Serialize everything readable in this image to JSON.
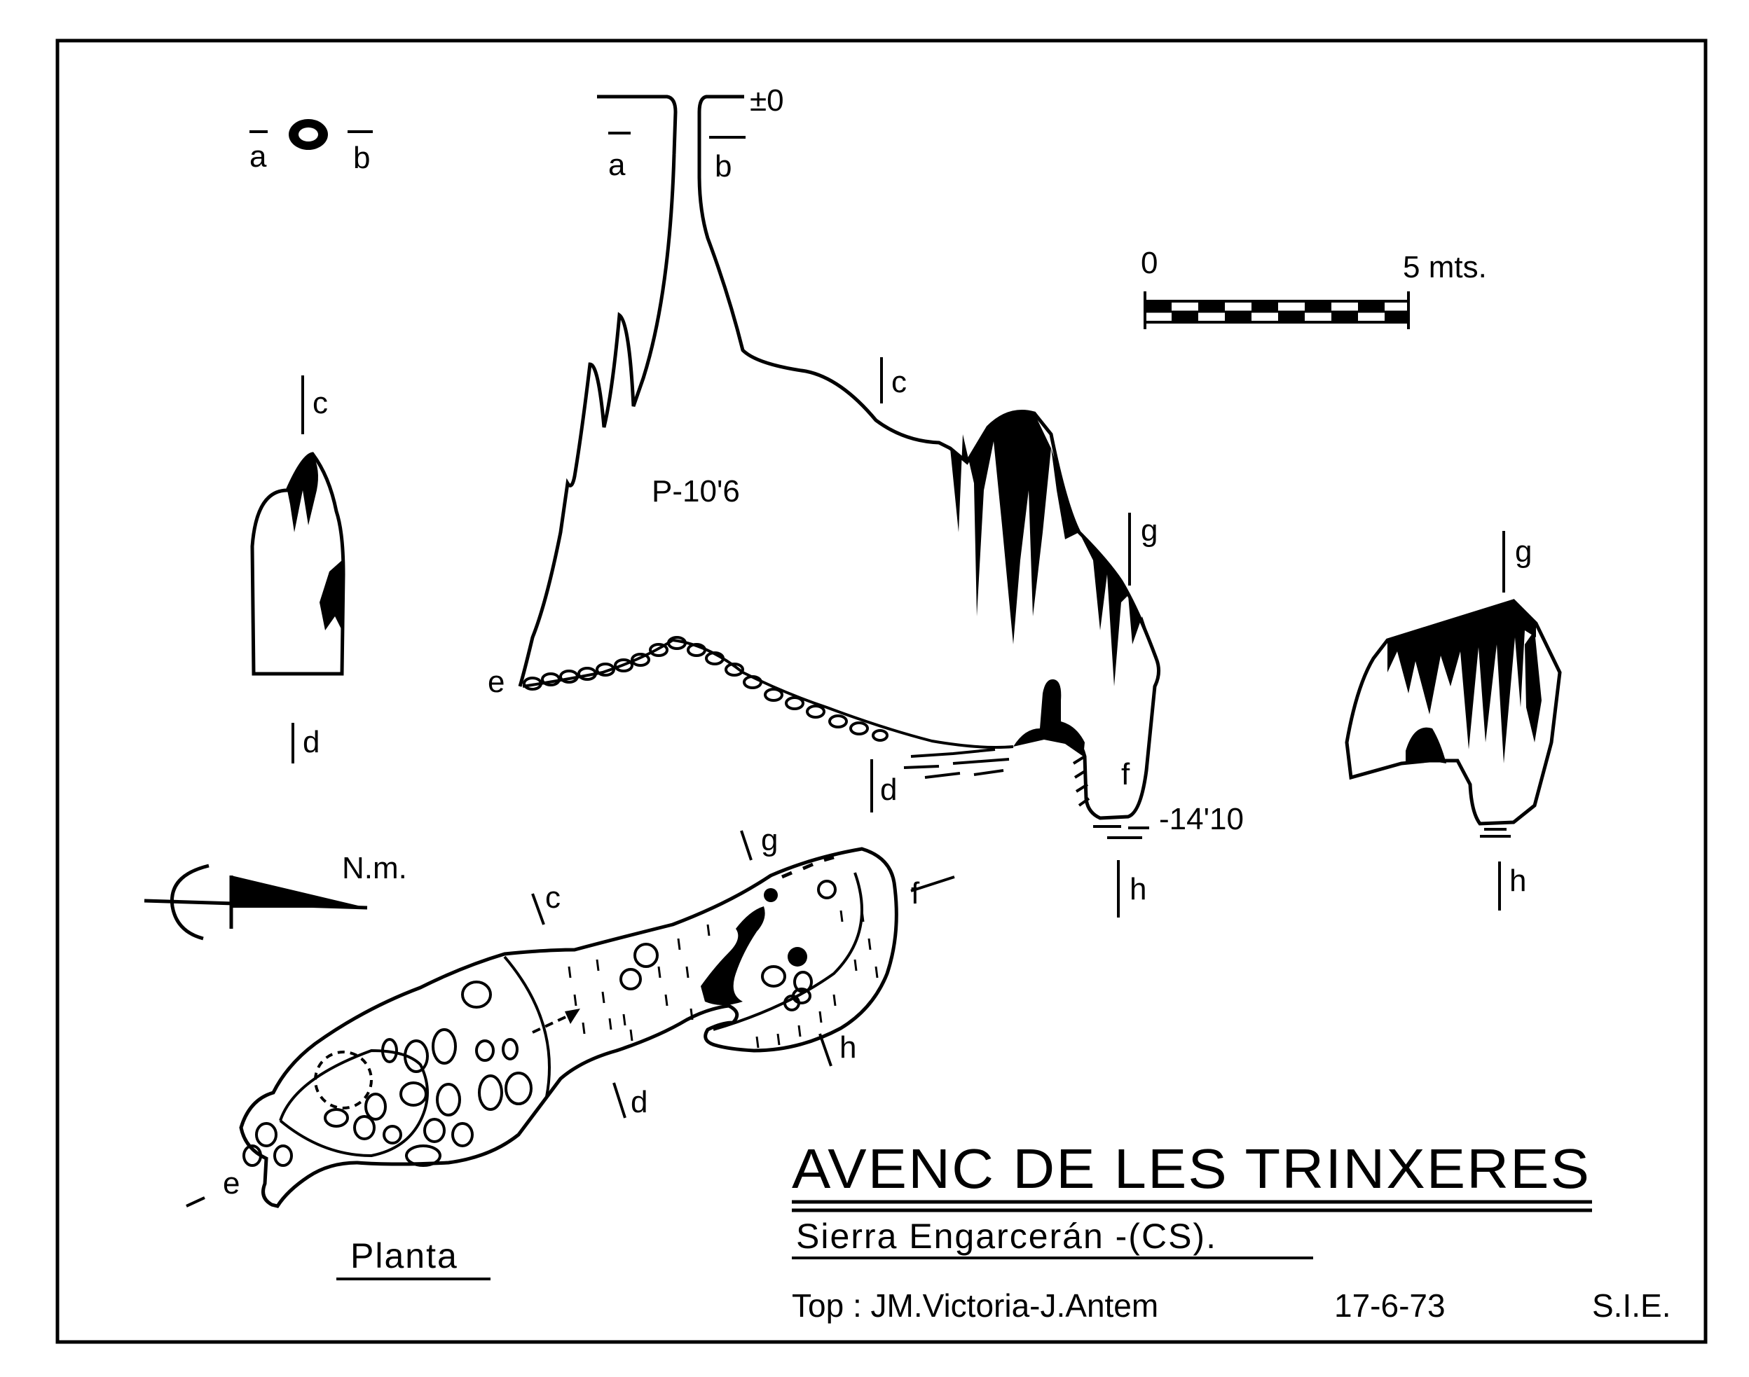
{
  "labels": {
    "a": "a",
    "b": "b",
    "c": "c",
    "d": "d",
    "e": "e",
    "f": "f",
    "g": "g",
    "h": "h"
  },
  "elevation": {
    "surface_mark": "±0",
    "shaft_depth": "P-10'6",
    "bottom_depth": "-14'10"
  },
  "scale_bar": {
    "start": "0",
    "end": "5 mts.",
    "segments": 10
  },
  "north_arrow": {
    "label": "N.m."
  },
  "plan": {
    "label": "Planta"
  },
  "title_block": {
    "title": "AVENC DE LES TRINXERES",
    "subtitle": "Sierra Engarcerán -(CS).",
    "topographers": "Top : JM.Victoria-J.Antem",
    "date": "17-6-73",
    "org": "S.I.E."
  },
  "colors": {
    "ink": "#000000",
    "paper": "#ffffff"
  }
}
